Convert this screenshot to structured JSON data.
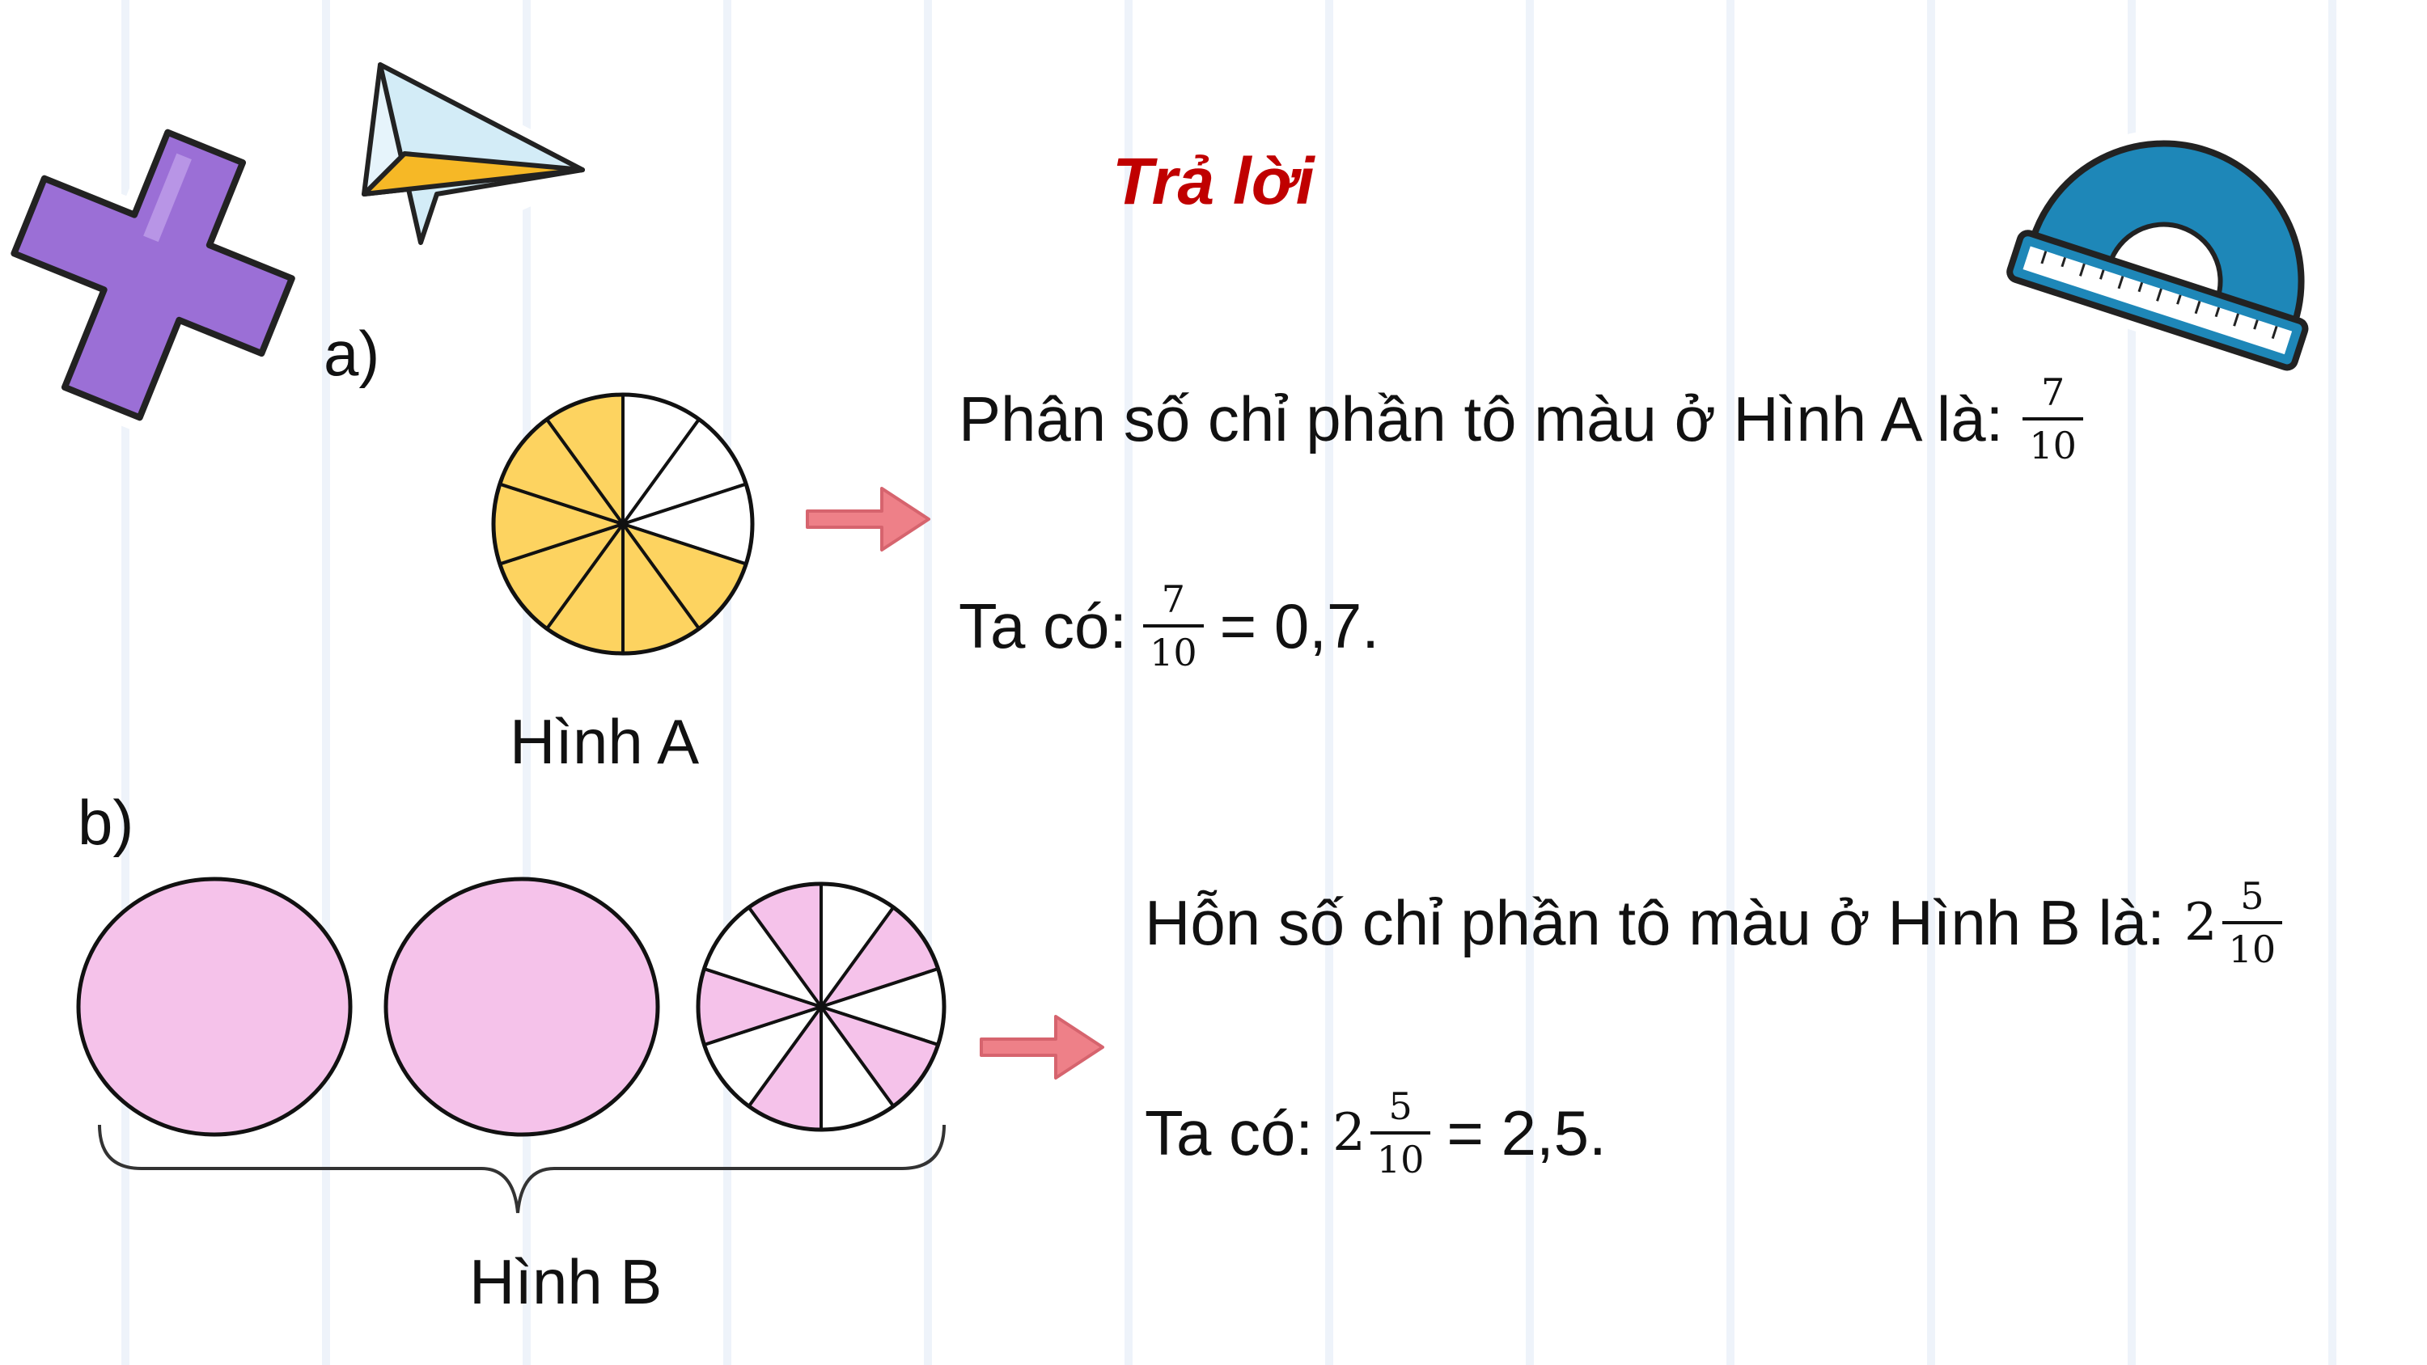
{
  "title": "Trả lời",
  "part_a": {
    "marker": "a)",
    "figure_caption": "Hình A",
    "sectors_total": 10,
    "sectors_colored": 7,
    "fill_color": "#fdd360",
    "line1_text": "Phân số chỉ phần tô màu ở Hình A là:",
    "line1_num": "7",
    "line1_den": "10",
    "line2_prefix": "Ta có:",
    "line2_num": "7",
    "line2_den": "10",
    "line2_suffix": "= 0,7."
  },
  "part_b": {
    "marker": "b)",
    "figure_caption": "Hình B",
    "full_circles": 2,
    "sectors_total": 10,
    "sectors_colored": 5,
    "fill_color": "#f5c2ea",
    "line1_text": "Hỗn số chỉ phần tô màu ở Hình B là:",
    "line1_whole": "2",
    "line1_num": "5",
    "line1_den": "10",
    "line2_prefix": "Ta có:",
    "line2_whole": "2",
    "line2_num": "5",
    "line2_den": "10",
    "line2_suffix": "= 2,5."
  },
  "decor": {
    "plus_icon_color": "#9b6fd6",
    "paper_plane_accent": "#f6b826",
    "protractor_color": "#1e87b8",
    "arrow_color": "#ee8088"
  }
}
